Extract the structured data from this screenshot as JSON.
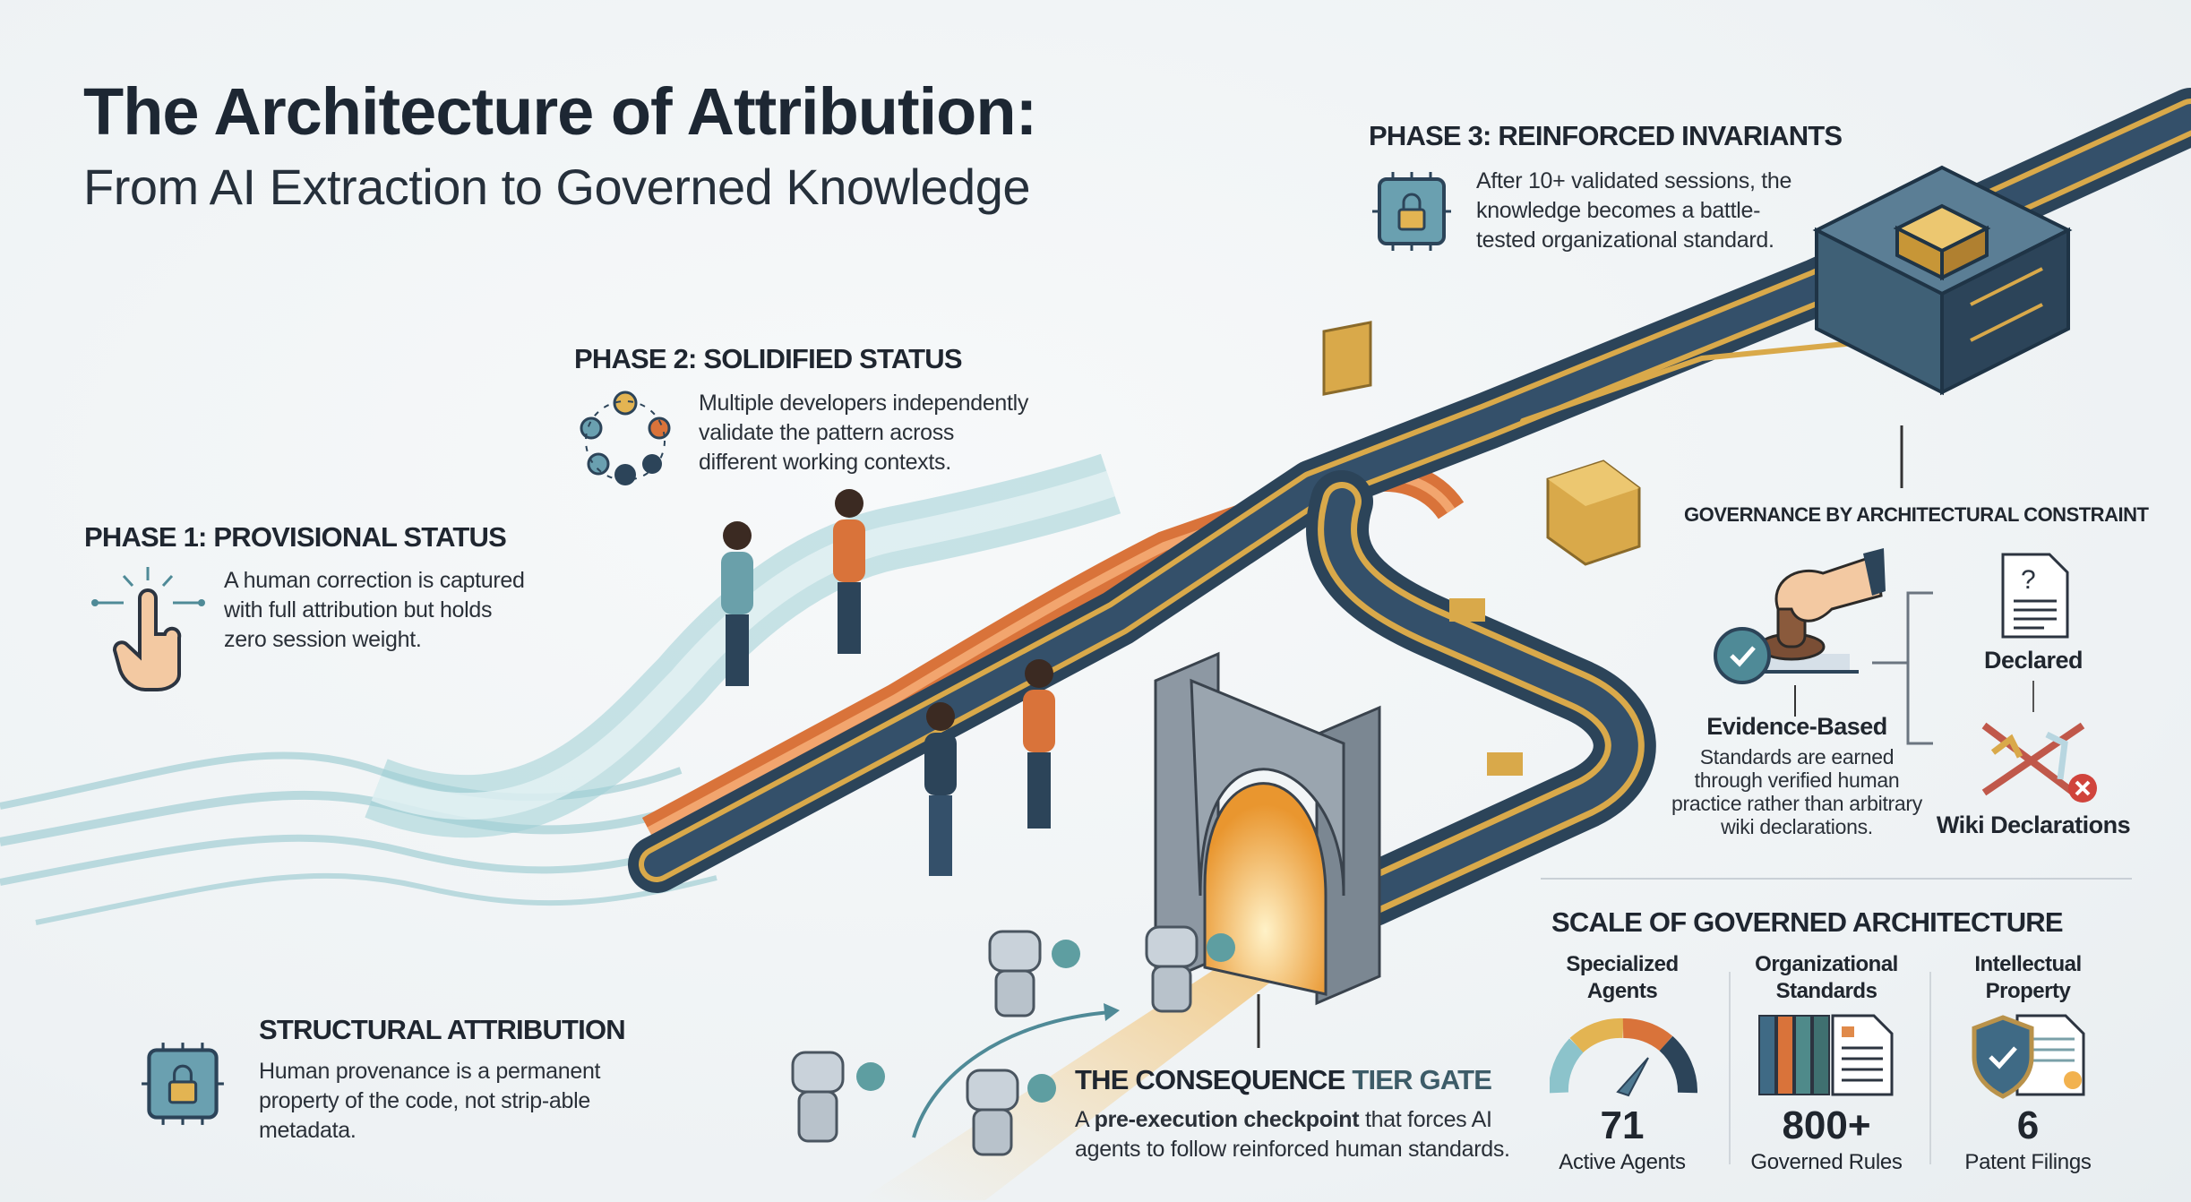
{
  "title": "The Architecture of Attribution:",
  "subtitle": "From AI Extraction to Governed Knowledge",
  "phases": [
    {
      "heading": "PHASE 1: PROVISIONAL STATUS",
      "lines": [
        "A human correction is captured",
        "with full attribution but holds",
        "zero session weight."
      ],
      "icon": "hand-pointer-icon"
    },
    {
      "heading": "PHASE 2: SOLIDIFIED STATUS",
      "lines": [
        "Multiple developers independently",
        "validate the pattern across",
        "different working contexts."
      ],
      "icon": "people-group-icon"
    },
    {
      "heading": "PHASE 3: REINFORCED INVARIANTS",
      "lines": [
        "After 10+ validated sessions, the",
        "knowledge becomes a battle-",
        "tested organizational standard."
      ],
      "icon": "lock-chip-icon"
    }
  ],
  "structural": {
    "heading": "STRUCTURAL ATTRIBUTION",
    "lines": [
      "Human provenance is a permanent",
      "property of the code, not strip-able",
      "metadata."
    ],
    "icon": "lock-chip-icon"
  },
  "gate": {
    "heading_main": "THE CONSEQUENCE",
    "heading_accent": "TIER GATE",
    "body_prefix": "A ",
    "body_bold": "pre-execution checkpoint",
    "body_suffix": " that forces AI agents to follow reinforced human standards.",
    "accent_color": "#3d5c68"
  },
  "governance": {
    "heading": "GOVERNANCE BY ARCHITECTURAL CONSTRAINT",
    "evidence": {
      "label": "Evidence-Based",
      "lines": [
        "Standards are earned",
        "through verified human",
        "practice rather than arbitrary",
        "wiki declarations."
      ]
    },
    "declared": {
      "label": "Declared"
    },
    "wiki": {
      "label": "Wiki Declarations"
    }
  },
  "scale": {
    "heading": "SCALE OF GOVERNED ARCHITECTURE",
    "stats": [
      {
        "label": [
          "Specialized",
          "Agents"
        ],
        "value": "71",
        "caption": "Active Agents",
        "icon": "gauge-icon"
      },
      {
        "label": [
          "Organizational",
          "Standards"
        ],
        "value": "800+",
        "caption": "Governed Rules",
        "icon": "books-document-icon"
      },
      {
        "label": [
          "Intellectual",
          "Property"
        ],
        "value": "6",
        "caption": "Patent Filings",
        "icon": "shield-patent-icon"
      }
    ]
  },
  "colors": {
    "navy": "#2c4459",
    "gold": "#d9a94a",
    "orange": "#d9733a",
    "teal": "#7fb5bf",
    "text": "#1f2630"
  }
}
